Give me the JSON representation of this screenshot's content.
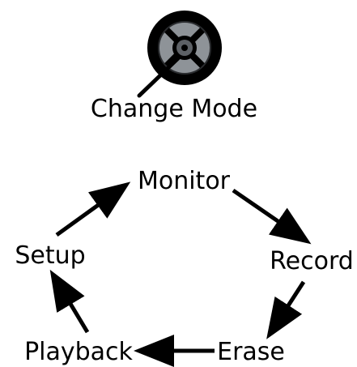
{
  "change_mode": {
    "label": "Change Mode",
    "icon": "dial-button-icon"
  },
  "cycle": {
    "monitor": "Monitor",
    "record": "Record",
    "erase": "Erase",
    "playback": "Playback",
    "setup": "Setup"
  },
  "colors": {
    "button_outer": "#000000",
    "button_inner": "#8e9398",
    "button_center": "#5d6166",
    "text": "#000000"
  }
}
